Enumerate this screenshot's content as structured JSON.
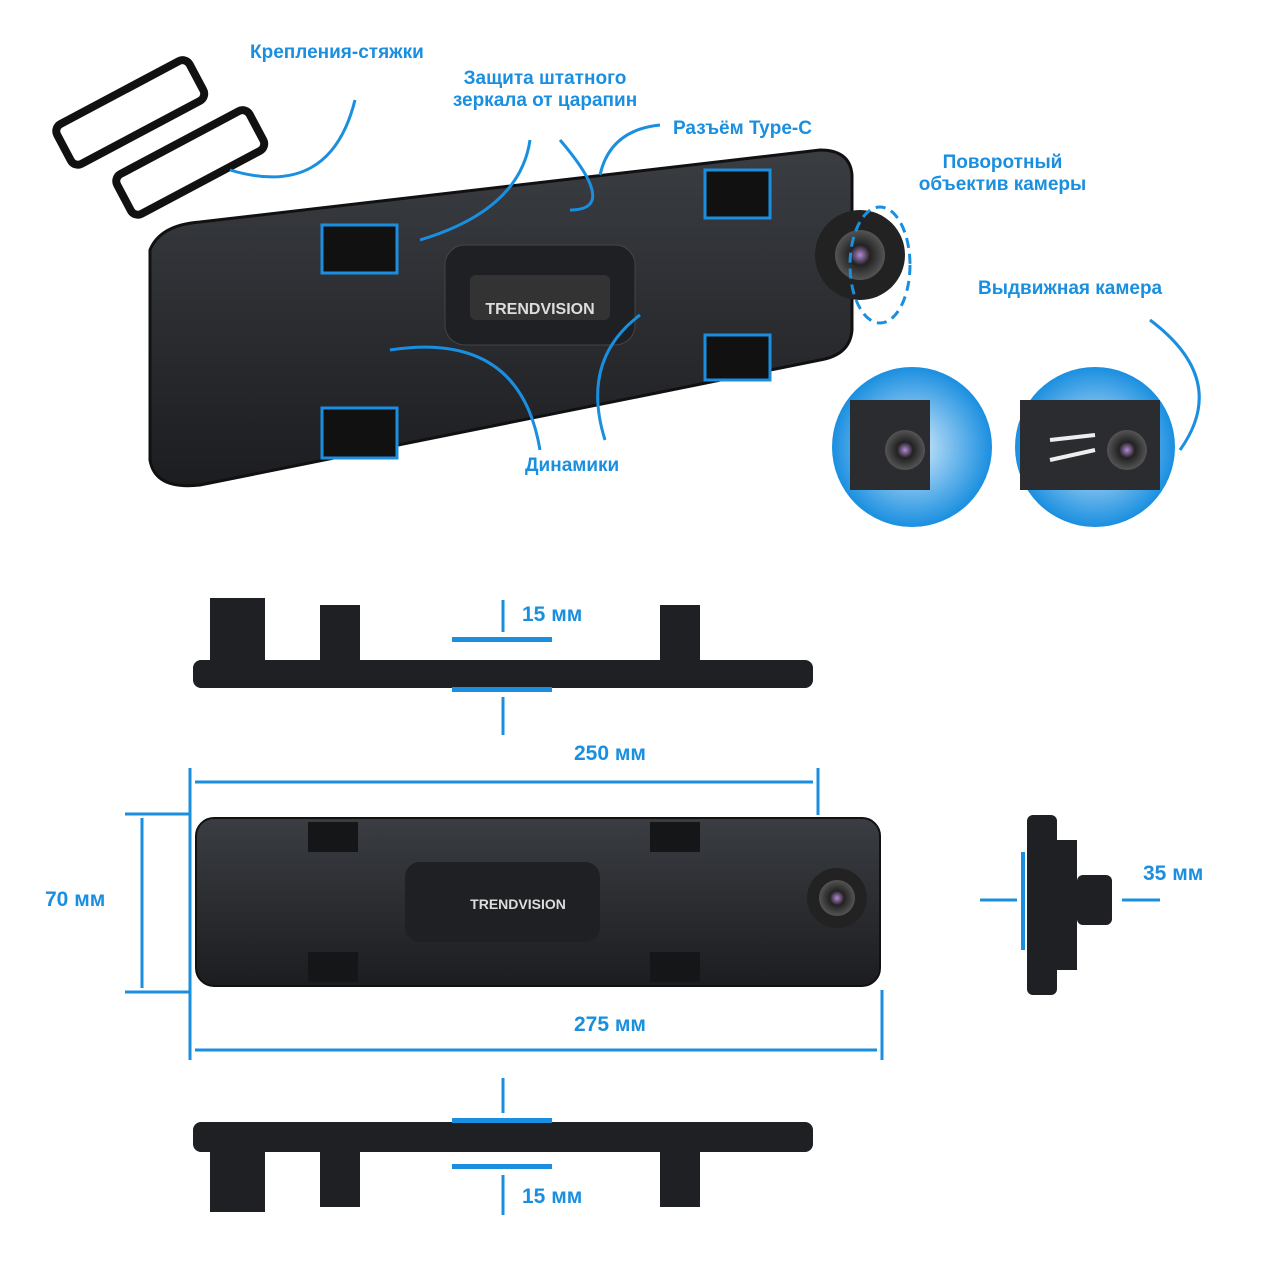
{
  "brand": "TRENDVISION",
  "callouts": {
    "straps": "Крепления-стяжки",
    "protection": "Защита штатного зеркала от царапин",
    "typec": "Разъём Type-C",
    "rotating_lens": "Поворотный объектив камеры",
    "retractable": "Выдвижная камера",
    "speakers": "Динамики"
  },
  "dimensions": {
    "top_thickness": "15 мм",
    "inner_width": "250 мм",
    "height": "70 мм",
    "total_width": "275 мм",
    "depth": "35 мм",
    "bottom_thickness": "15 мм"
  },
  "colors": {
    "accent": "#1a8fe0",
    "body": "#2a2c30"
  }
}
